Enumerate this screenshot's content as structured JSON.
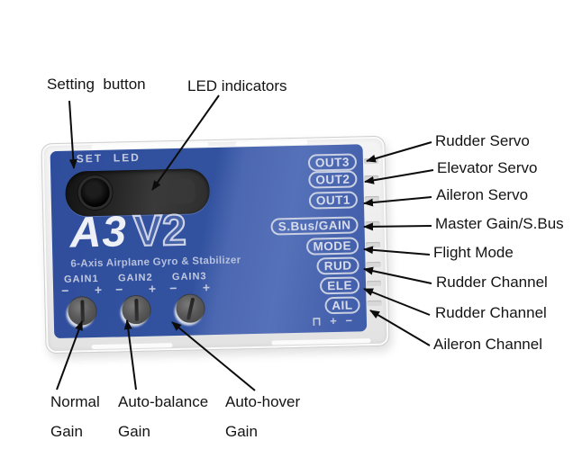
{
  "figure": {
    "background": "#ffffff",
    "arrow_color": "#0c0c0c",
    "label_color": "#141414"
  },
  "annotations": {
    "setting_button": "Setting  button",
    "led_indicators": "LED indicators",
    "right": [
      "Rudder Servo",
      "Elevator Servo",
      "Aileron Servo",
      "Master Gain/S.Bus",
      "Flight Mode",
      "Rudder Channel",
      "Rudder Channel",
      "Aileron Channel"
    ],
    "bottom": [
      {
        "line1": "Normal",
        "line2": "Gain"
      },
      {
        "line1": "Auto-balance",
        "line2": "Gain"
      },
      {
        "line1": "Auto-hover",
        "line2": "Gain"
      }
    ]
  },
  "device": {
    "set_label": "SET",
    "led_label": "LED",
    "model": "A3",
    "version": "V2",
    "subtitle": "6-Axis Airplane Gyro & Stabilizer",
    "gains": [
      {
        "label": "GAIN1",
        "minus": "−",
        "plus": "+"
      },
      {
        "label": "GAIN2",
        "minus": "−",
        "plus": "+"
      },
      {
        "label": "GAIN3",
        "minus": "−",
        "plus": "+"
      }
    ],
    "ports": [
      "OUT3",
      "OUT2",
      "OUT1",
      "S.Bus/GAIN",
      "MODE",
      "RUD",
      "ELE",
      "AIL"
    ],
    "pulse_row": "⊓ + −",
    "colors": {
      "body_blue": "#32529f",
      "body_blue_light": "#5571b8",
      "case_gray": "#ededed",
      "print_gray": "#ccd3e6"
    }
  }
}
